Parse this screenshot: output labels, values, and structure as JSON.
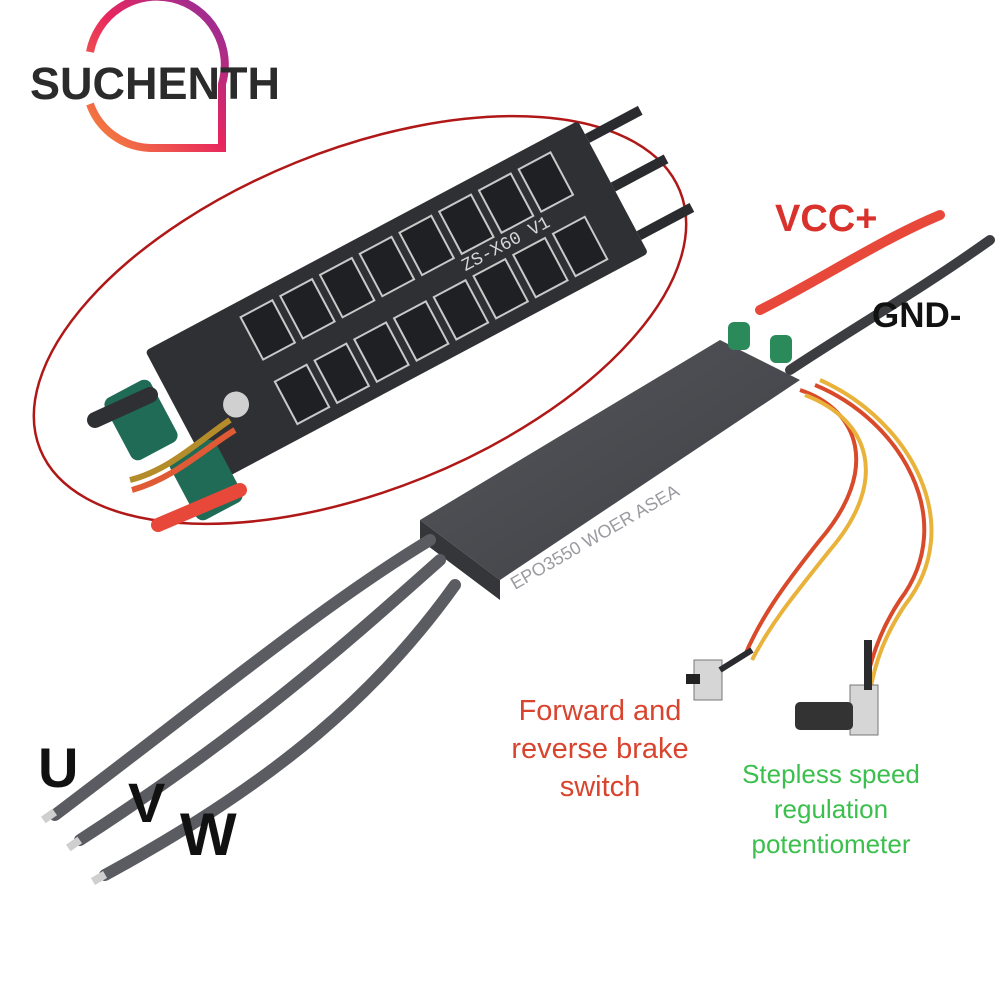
{
  "brand": {
    "logo_text": "SUCHENTH",
    "logo_gradient": [
      "#f0552f",
      "#e8265e",
      "#8a2fa0"
    ]
  },
  "product": {
    "board_label": "ZS-X60 V1",
    "case_print": "EPO3550 WOER ASEA"
  },
  "labels": {
    "vcc": "VCC+",
    "gnd": "GND-",
    "phase_u": "U",
    "phase_v": "V",
    "phase_w": "W",
    "switch_label": "Forward and reverse brake switch",
    "potentiometer_label": "Stepless speed regulation potentiometer"
  },
  "colors": {
    "vcc_text": "#d9322c",
    "gnd_text": "#111111",
    "switch_text": "#d9442f",
    "pot_text": "#3bbf4d",
    "highlight_ellipse": "#b01818",
    "red_wire": "#e8483a",
    "black_wire": "#3c3d41",
    "motor_wire": "#5a5c62",
    "case": "#4a4b50"
  }
}
